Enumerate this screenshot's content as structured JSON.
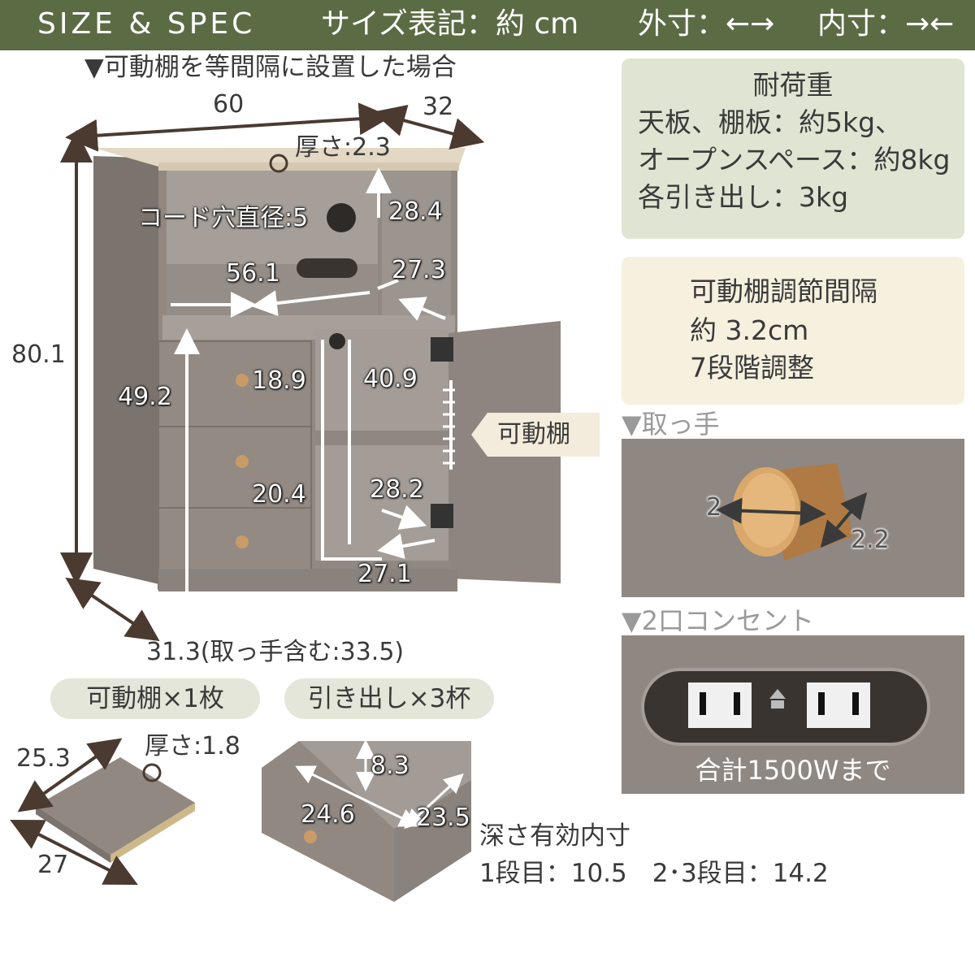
{
  "header": {
    "title": "SIZE & SPEC",
    "notation": "サイズ表記：約 cm",
    "outer": "外寸：←→",
    "inner": "内寸：→←"
  },
  "main": {
    "caption": "▼可動棚を等間隔に設置した場合",
    "dims": {
      "width": "60",
      "depth": "32",
      "top_thickness": "厚さ:2.3",
      "cord_hole": "コード穴直径:5",
      "open_height": "28.4",
      "open_width": "56.1",
      "open_depth": "27.3",
      "height": "80.1",
      "drawer_area_height": "49.2",
      "drawer1_height": "18.9",
      "cabinet_height_upper": "40.9",
      "drawer2_height": "20.4",
      "cabinet_depth": "28.2",
      "cabinet_width": "27.1",
      "bottom_depth": "31.3(取っ手含む:33.5)"
    },
    "movable_shelf_tag": "可動棚"
  },
  "load_panel": {
    "title": "耐荷重",
    "lines": [
      "天板、棚板：約5kg、",
      "オープンスペース：約8kg",
      "各引き出し：3kg"
    ]
  },
  "adjust_panel": {
    "lines": [
      "可動棚調節間隔",
      "約 3.2cm",
      "7段階調整"
    ]
  },
  "handle": {
    "label": "▼取っ手",
    "diameter": "2",
    "length": "2.2"
  },
  "outlet": {
    "label": "▼2口コンセント",
    "caption": "合計1500Wまで"
  },
  "shelf_part": {
    "title": "可動棚×1枚",
    "thickness": "厚さ:1.8",
    "depth": "25.3",
    "width": "27"
  },
  "drawer_part": {
    "title": "引き出し×3杯",
    "height": "8.3",
    "width": "24.6",
    "depth": "23.5"
  },
  "inner_depth": {
    "title": "深さ有効内寸",
    "values": "1段目：10.5　2･3段目：14.2"
  },
  "colors": {
    "header_bg": "#5b6b44",
    "load_panel_bg": "#dfe5d2",
    "adjust_panel_bg": "#f6f0df",
    "cabinet": "#918882",
    "cabinet_dark": "#7b736d",
    "top_wood": "#e3d8c4",
    "arrow": "#4a3a30"
  }
}
